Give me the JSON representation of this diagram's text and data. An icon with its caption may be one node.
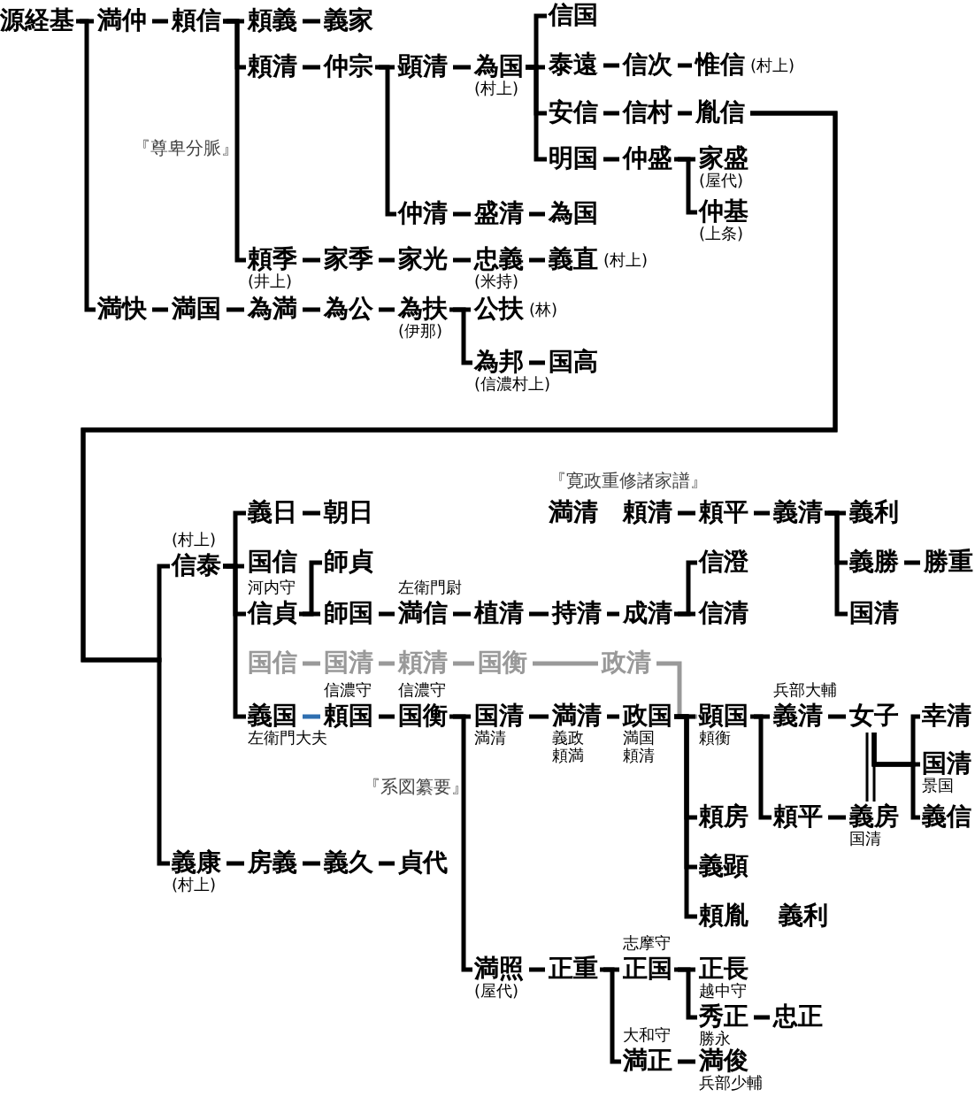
{
  "diagram": {
    "nodes": [
      {
        "text": [
          "源経基"
        ]
      },
      {
        "text": [
          "満仲"
        ]
      },
      {
        "text": [
          "頼信"
        ]
      },
      {
        "text": [
          "頼義"
        ]
      },
      {
        "text": [
          "義家"
        ]
      },
      {
        "text": [
          "頼清"
        ]
      },
      {
        "text": [
          "仲宗"
        ]
      },
      {
        "text": [
          "顕清"
        ]
      },
      {
        "text": [
          "為国"
        ],
        "beside": [
          "(村上)"
        ]
      },
      {
        "text": [
          "信国"
        ]
      },
      {
        "text": [
          "泰遠"
        ]
      },
      {
        "text": [
          "信次"
        ]
      },
      {
        "text": [
          "惟信"
        ],
        "beside": [
          "(村上)"
        ]
      },
      {
        "text": [
          "安信"
        ]
      },
      {
        "text": [
          "信村"
        ]
      },
      {
        "text": [
          "胤信"
        ]
      },
      {
        "text": [
          "明国"
        ]
      },
      {
        "text": [
          "仲盛"
        ]
      },
      {
        "text": [
          "家盛"
        ],
        "beside": [
          "(屋代)"
        ]
      },
      {
        "text": [
          "仲基"
        ],
        "beside": [
          "(上条)"
        ]
      },
      {
        "text": [
          "仲清"
        ]
      },
      {
        "text": [
          "盛清"
        ]
      },
      {
        "text": [
          "為国"
        ]
      },
      {
        "text": [
          "頼季"
        ],
        "beside": [
          "(井上)"
        ]
      },
      {
        "text": [
          "家季"
        ]
      },
      {
        "text": [
          "家光"
        ]
      },
      {
        "text": [
          "忠義"
        ],
        "beside": [
          "(米持)"
        ]
      },
      {
        "text": [
          "義直"
        ],
        "beside": [
          "(村上)"
        ]
      },
      {
        "text": [
          "満快"
        ]
      },
      {
        "text": [
          "満国"
        ]
      },
      {
        "text": [
          "為満"
        ]
      },
      {
        "text": [
          "為公"
        ]
      },
      {
        "text": [
          "為扶"
        ],
        "beside": [
          "(伊那)"
        ]
      },
      {
        "text": [
          "公扶"
        ],
        "beside": [
          "(林)"
        ]
      },
      {
        "text": [
          "為邦"
        ],
        "beside": [
          "(信濃村上)"
        ]
      },
      {
        "text": [
          "国高"
        ]
      },
      {
        "text": [
          "信泰"
        ],
        "beside": [
          "(村上)"
        ]
      },
      {
        "text": [
          "義日"
        ]
      },
      {
        "text": [
          "朝日"
        ]
      },
      {
        "text": [
          "国信"
        ]
      },
      {
        "text": [
          "信貞"
        ],
        "beside": [
          "河内守"
        ]
      },
      {
        "text": [
          "師貞"
        ]
      },
      {
        "text": [
          "師国"
        ]
      },
      {
        "text": [
          "満信"
        ],
        "beside": [
          "左衛門尉"
        ]
      },
      {
        "text": [
          "植清"
        ]
      },
      {
        "text": [
          "持清"
        ]
      },
      {
        "text": [
          "成清"
        ]
      },
      {
        "text": [
          "信澄"
        ]
      },
      {
        "text": [
          "信清"
        ]
      },
      {
        "text": [
          "満清"
        ]
      },
      {
        "text": [
          "頼清"
        ]
      },
      {
        "text": [
          "頼平"
        ]
      },
      {
        "text": [
          "義清"
        ]
      },
      {
        "text": [
          "義利"
        ]
      },
      {
        "text": [
          "義勝"
        ]
      },
      {
        "text": [
          "勝重"
        ]
      },
      {
        "text": [
          "国清"
        ]
      },
      {
        "text": [
          "国信"
        ]
      },
      {
        "text": [
          "国清"
        ]
      },
      {
        "text": [
          "頼清"
        ]
      },
      {
        "text": [
          "国衡"
        ]
      },
      {
        "text": [
          "政清"
        ]
      },
      {
        "text": [
          "義国"
        ],
        "beside": [
          "左衛門大夫"
        ]
      },
      {
        "text": [
          "頼国"
        ],
        "beside": [
          "信濃守"
        ]
      },
      {
        "text": [
          "国衡"
        ],
        "beside": [
          "信濃守"
        ]
      },
      {
        "text": [
          "国清"
        ],
        "beside": [
          "満清"
        ]
      },
      {
        "text": [
          "満清"
        ],
        "beside": [
          "義政",
          "頼満"
        ]
      },
      {
        "text": [
          "政国"
        ],
        "beside": [
          "満国",
          "頼清"
        ]
      },
      {
        "text": [
          "顕国"
        ],
        "beside": [
          "頼衡"
        ]
      },
      {
        "text": [
          "頼房"
        ]
      },
      {
        "text": [
          "義顕"
        ]
      },
      {
        "text": [
          "頼胤"
        ]
      },
      {
        "text": [
          "義利"
        ]
      },
      {
        "text": [
          "義清"
        ],
        "beside": [
          "兵部大輔"
        ]
      },
      {
        "text": [
          "頼平"
        ]
      },
      {
        "text": [
          "女子"
        ]
      },
      {
        "text": [
          "義房"
        ],
        "beside": [
          "国清"
        ]
      },
      {
        "text": [
          "幸清"
        ]
      },
      {
        "text": [
          "国清"
        ],
        "beside": [
          "景国"
        ]
      },
      {
        "text": [
          "義信"
        ]
      },
      {
        "text": [
          "義康"
        ],
        "beside": [
          "(村上)"
        ]
      },
      {
        "text": [
          "房義"
        ]
      },
      {
        "text": [
          "義久"
        ]
      },
      {
        "text": [
          "貞代"
        ]
      },
      {
        "text": [
          "満照"
        ],
        "beside": [
          "(屋代)"
        ]
      },
      {
        "text": [
          "正重"
        ]
      },
      {
        "text": [
          "正国"
        ],
        "beside": [
          "志摩守"
        ]
      },
      {
        "text": [
          "満正"
        ],
        "beside": [
          "大和守"
        ]
      },
      {
        "text": [
          "正長"
        ]
      },
      {
        "text": [
          "秀正"
        ],
        "beside": [
          "越中守",
          "勝永"
        ]
      },
      {
        "text": [
          "忠正"
        ]
      },
      {
        "text": [
          "満俊"
        ],
        "beside": [
          "兵部少輔"
        ]
      }
    ],
    "edges": [
      {
        "from": 0,
        "to": 1,
        "arrow": "none"
      },
      {
        "from": 0,
        "to": 28,
        "arrow": "none"
      },
      {
        "from": 1,
        "to": 2,
        "arrow": "none"
      },
      {
        "from": 2,
        "to": 3,
        "arrow": "none"
      },
      {
        "from": 2,
        "to": 5,
        "arrow": "none"
      },
      {
        "from": 2,
        "to": 23,
        "arrow": "none"
      },
      {
        "from": 3,
        "to": 4,
        "arrow": "none"
      },
      {
        "from": 5,
        "to": 6,
        "arrow": "none"
      },
      {
        "from": 6,
        "to": 7,
        "arrow": "none"
      },
      {
        "from": 6,
        "to": 20,
        "arrow": "none"
      },
      {
        "from": 7,
        "to": 8,
        "arrow": "none"
      },
      {
        "from": 8,
        "to": 9,
        "arrow": "none"
      },
      {
        "from": 8,
        "to": 10,
        "arrow": "none"
      },
      {
        "from": 8,
        "to": 13,
        "arrow": "none"
      },
      {
        "from": 8,
        "to": 16,
        "arrow": "none"
      },
      {
        "from": 10,
        "to": 11,
        "arrow": "none"
      },
      {
        "from": 11,
        "to": 12,
        "arrow": "none"
      },
      {
        "from": 13,
        "to": 14,
        "arrow": "none"
      },
      {
        "from": 14,
        "to": 15,
        "arrow": "none"
      },
      {
        "from": 16,
        "to": 17,
        "arrow": "none"
      },
      {
        "from": 17,
        "to": 18,
        "arrow": "none"
      },
      {
        "from": 17,
        "to": 19,
        "arrow": "none"
      },
      {
        "from": 20,
        "to": 21,
        "arrow": "none"
      },
      {
        "from": 21,
        "to": 22,
        "arrow": "none"
      },
      {
        "from": 23,
        "to": 24,
        "arrow": "none"
      },
      {
        "from": 24,
        "to": 25,
        "arrow": "none"
      },
      {
        "from": 25,
        "to": 26,
        "arrow": "none"
      },
      {
        "from": 26,
        "to": 27,
        "arrow": "none"
      },
      {
        "from": 28,
        "to": 29,
        "arrow": "none"
      },
      {
        "from": 29,
        "to": 30,
        "arrow": "none"
      },
      {
        "from": 30,
        "to": 31,
        "arrow": "none"
      },
      {
        "from": 31,
        "to": 32,
        "arrow": "none"
      },
      {
        "from": 32,
        "to": 33,
        "arrow": "none"
      },
      {
        "from": 32,
        "to": 34,
        "arrow": "none"
      },
      {
        "from": 34,
        "to": 35,
        "arrow": "none"
      },
      {
        "from": 15,
        "to": 36,
        "arrow": "none"
      },
      {
        "from": 15,
        "to": 80,
        "arrow": "none"
      },
      {
        "from": 36,
        "to": 37,
        "arrow": "none"
      },
      {
        "from": 36,
        "to": 39,
        "arrow": "none"
      },
      {
        "from": 36,
        "to": 40,
        "arrow": "none"
      },
      {
        "from": 36,
        "to": 62,
        "arrow": "none"
      },
      {
        "from": 37,
        "to": 38,
        "arrow": "none"
      },
      {
        "from": 40,
        "to": 41,
        "arrow": "none"
      },
      {
        "from": 40,
        "to": 42,
        "arrow": "none"
      },
      {
        "from": 42,
        "to": 43,
        "arrow": "none"
      },
      {
        "from": 43,
        "to": 44,
        "arrow": "none"
      },
      {
        "from": 44,
        "to": 45,
        "arrow": "none"
      },
      {
        "from": 45,
        "to": 46,
        "arrow": "none"
      },
      {
        "from": 46,
        "to": 47,
        "arrow": "none"
      },
      {
        "from": 46,
        "to": 48,
        "arrow": "none"
      },
      {
        "from": 50,
        "to": 51,
        "arrow": "none"
      },
      {
        "from": 51,
        "to": 52,
        "arrow": "none"
      },
      {
        "from": 52,
        "to": 53,
        "arrow": "none"
      },
      {
        "from": 52,
        "to": 54,
        "arrow": "none"
      },
      {
        "from": 52,
        "to": 56,
        "arrow": "none"
      },
      {
        "from": 54,
        "to": 55,
        "arrow": "none"
      },
      {
        "from": 57,
        "to": 58,
        "arrow": "none",
        "color": "#999999"
      },
      {
        "from": 58,
        "to": 59,
        "arrow": "none",
        "color": "#999999"
      },
      {
        "from": 59,
        "to": 60,
        "arrow": "none",
        "color": "#999999"
      },
      {
        "from": 60,
        "to": 61,
        "arrow": "none",
        "color": "#999999"
      },
      {
        "from": 61,
        "to": 68,
        "arrow": "none",
        "color": "#999999"
      },
      {
        "from": 62,
        "to": 63,
        "arrow": "none",
        "color": "#2f6fb0"
      },
      {
        "from": 63,
        "to": 64,
        "arrow": "none"
      },
      {
        "from": 64,
        "to": 65,
        "arrow": "none"
      },
      {
        "from": 64,
        "to": 84,
        "arrow": "none"
      },
      {
        "from": 65,
        "to": 66,
        "arrow": "none"
      },
      {
        "from": 66,
        "to": 67,
        "arrow": "none"
      },
      {
        "from": 67,
        "to": 68,
        "arrow": "none"
      },
      {
        "from": 67,
        "to": 69,
        "arrow": "none"
      },
      {
        "from": 67,
        "to": 70,
        "arrow": "none"
      },
      {
        "from": 67,
        "to": 71,
        "arrow": "none"
      },
      {
        "from": 68,
        "to": 73,
        "arrow": "none"
      },
      {
        "from": 68,
        "to": 74,
        "arrow": "none"
      },
      {
        "from": 73,
        "to": 75,
        "arrow": "none"
      },
      {
        "from": 74,
        "to": 76,
        "arrow": "none"
      },
      {
        "from": 75,
        "to": 77,
        "arrow": "none"
      },
      {
        "from": 75,
        "to": 78,
        "arrow": "none"
      },
      {
        "from": 75,
        "to": 79,
        "arrow": "none"
      },
      {
        "from": 75,
        "to": 76,
        "arrow": "none"
      },
      {
        "from": 80,
        "to": 81,
        "arrow": "none"
      },
      {
        "from": 81,
        "to": 82,
        "arrow": "none"
      },
      {
        "from": 82,
        "to": 83,
        "arrow": "none"
      },
      {
        "from": 84,
        "to": 85,
        "arrow": "none"
      },
      {
        "from": 85,
        "to": 86,
        "arrow": "none"
      },
      {
        "from": 85,
        "to": 87,
        "arrow": "none"
      },
      {
        "from": 86,
        "to": 88,
        "arrow": "none"
      },
      {
        "from": 86,
        "to": 89,
        "arrow": "none"
      },
      {
        "from": 89,
        "to": 90,
        "arrow": "none"
      },
      {
        "from": 87,
        "to": 91,
        "arrow": "none"
      }
    ],
    "labels": [
      "『尊卑分脈』",
      "『寛政重修諸家譜』",
      "『系図纂要』"
    ]
  }
}
